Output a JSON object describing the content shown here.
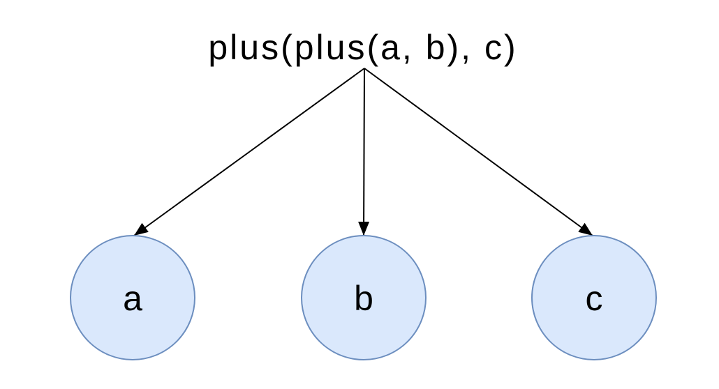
{
  "diagram": {
    "title": "plus(plus(a, b), c)",
    "nodes": [
      {
        "id": "a",
        "label": "a"
      },
      {
        "id": "b",
        "label": "b"
      },
      {
        "id": "c",
        "label": "c"
      }
    ],
    "edges": [
      {
        "from": "root-expression",
        "to": "a"
      },
      {
        "from": "root-expression",
        "to": "b"
      },
      {
        "from": "root-expression",
        "to": "c"
      }
    ],
    "colors": {
      "node_fill": "#dae8fc",
      "node_stroke": "#6c8ebf",
      "edge_stroke": "#000000",
      "text": "#000000",
      "background": "#ffffff"
    }
  }
}
